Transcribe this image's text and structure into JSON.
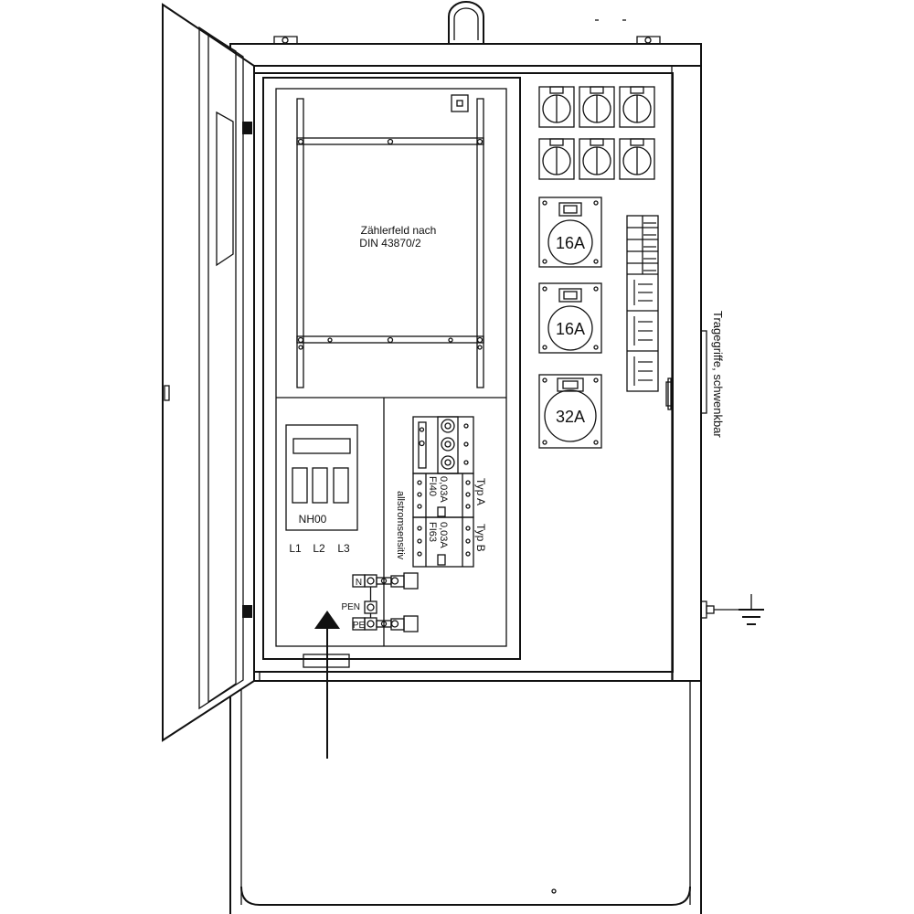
{
  "meter_field": {
    "line1": "Zählerfeld nach",
    "line2": "DIN 43870/2"
  },
  "fuse_base": {
    "label": "NH00",
    "phases": [
      "L1",
      "L2",
      "L3"
    ]
  },
  "rcd_devices": [
    {
      "rating": "FI40",
      "current": "0,03A",
      "type": "Typ A"
    },
    {
      "rating": "FI63",
      "current": "0,03A",
      "type": "Typ B"
    }
  ],
  "allstrom_label": "allstromsensitiv",
  "terminals": [
    "N",
    "PEN",
    "PE"
  ],
  "cee_sockets": [
    "16A",
    "16A",
    "32A"
  ],
  "handles_label": "Tragegriffe, schwenkbar"
}
